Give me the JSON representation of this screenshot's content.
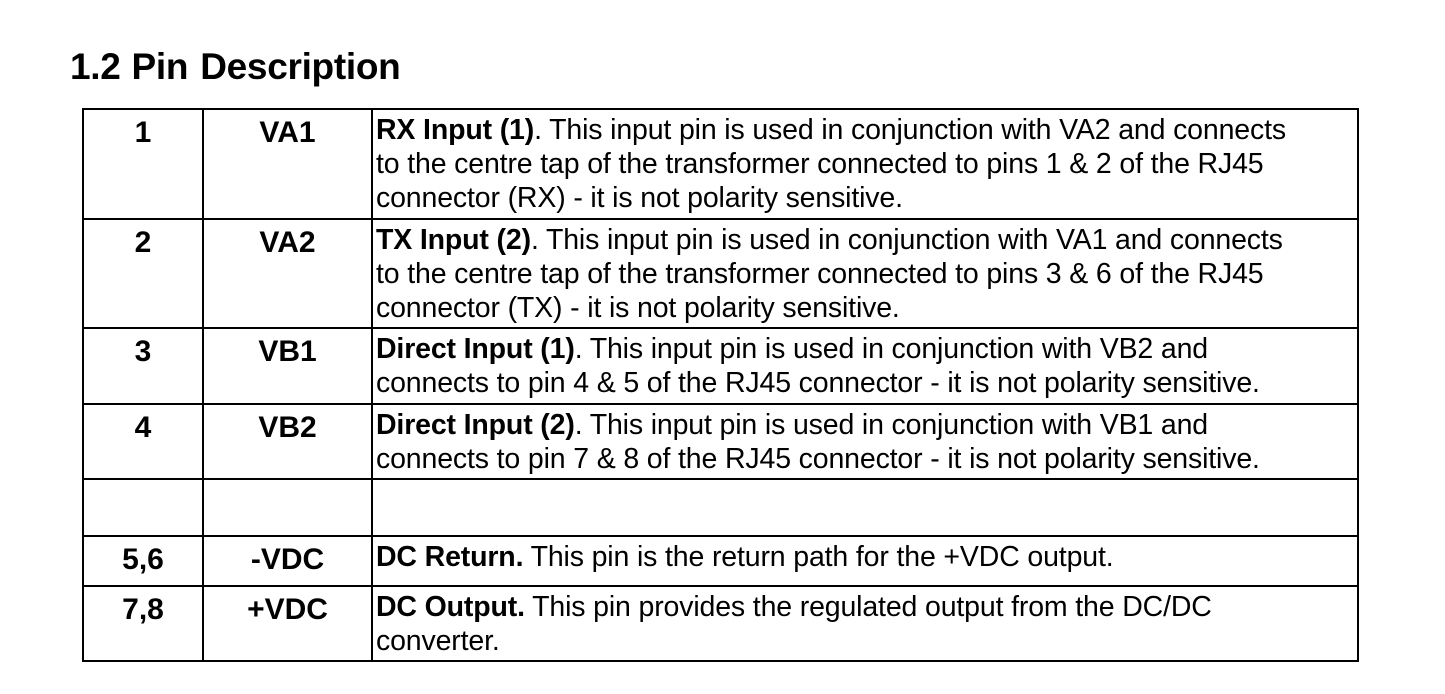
{
  "heading": {
    "number": "1.2",
    "title_part1": "Pin",
    "title_part2": "Description"
  },
  "table": {
    "rows": [
      {
        "pin": "1",
        "name": "VA1",
        "desc_bold": "RX Input (1)",
        "desc_lines": [
          ". This input pin is used in conjunction with VA2 and connects",
          "to the centre tap of the transformer connected to pins 1 & 2 of the RJ45",
          "connector (RX) - it is not polarity sensitive."
        ]
      },
      {
        "pin": "2",
        "name": "VA2",
        "desc_bold": "TX Input (2)",
        "desc_lines": [
          ". This input pin is used in conjunction with VA1 and connects",
          "to the centre tap of the transformer connected to pins 3 & 6 of the RJ45",
          "connector (TX) - it is not polarity sensitive."
        ]
      },
      {
        "pin": "3",
        "name": "VB1",
        "desc_bold": "Direct Input (1)",
        "desc_lines": [
          ". This input pin is used in conjunction with VB2 and",
          "connects to pin 4 & 5 of the RJ45 connector - it is not polarity sensitive."
        ]
      },
      {
        "pin": "4",
        "name": "VB2",
        "desc_bold": "Direct Input (2)",
        "desc_lines": [
          ". This input pin is used in conjunction with VB1 and",
          "connects to pin 7 & 8 of the RJ45 connector - it is not polarity sensitive."
        ]
      },
      {
        "pin": "",
        "name": "",
        "desc_bold": "",
        "desc_lines": []
      },
      {
        "pin": "5,6",
        "name": "-VDC",
        "desc_bold": "DC Return.",
        "desc_lines": [
          " This pin is the return path for the +VDC output."
        ]
      },
      {
        "pin": "7,8",
        "name": "+VDC",
        "desc_bold": "DC Output.",
        "desc_lines": [
          " This pin provides the regulated output from the DC/DC",
          "converter."
        ]
      }
    ]
  },
  "colors": {
    "text": "#000000",
    "background": "#ffffff",
    "border": "#000000"
  }
}
